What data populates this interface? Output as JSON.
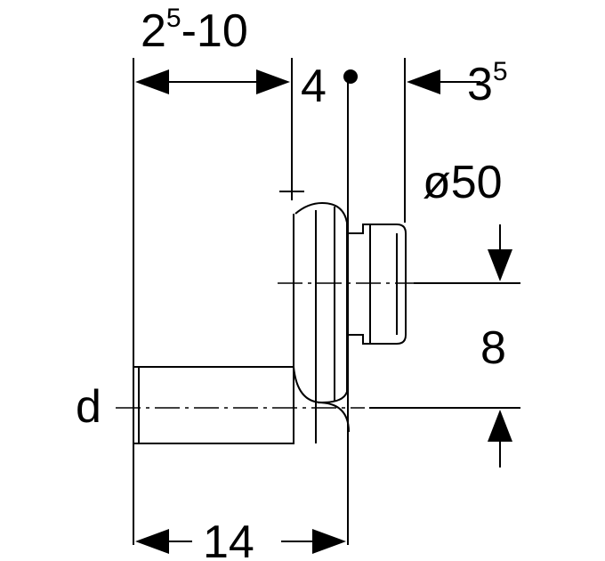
{
  "dimensions": {
    "top_left": {
      "base": "2",
      "sup": "5",
      "rest": "-10"
    },
    "top_middle": "4",
    "top_right": {
      "base": "3",
      "sup": "5"
    },
    "diameter": "ø50",
    "vertical": "8",
    "pipe_label": "d",
    "bottom": "14"
  },
  "colors": {
    "line": "#000000",
    "background": "#ffffff"
  }
}
